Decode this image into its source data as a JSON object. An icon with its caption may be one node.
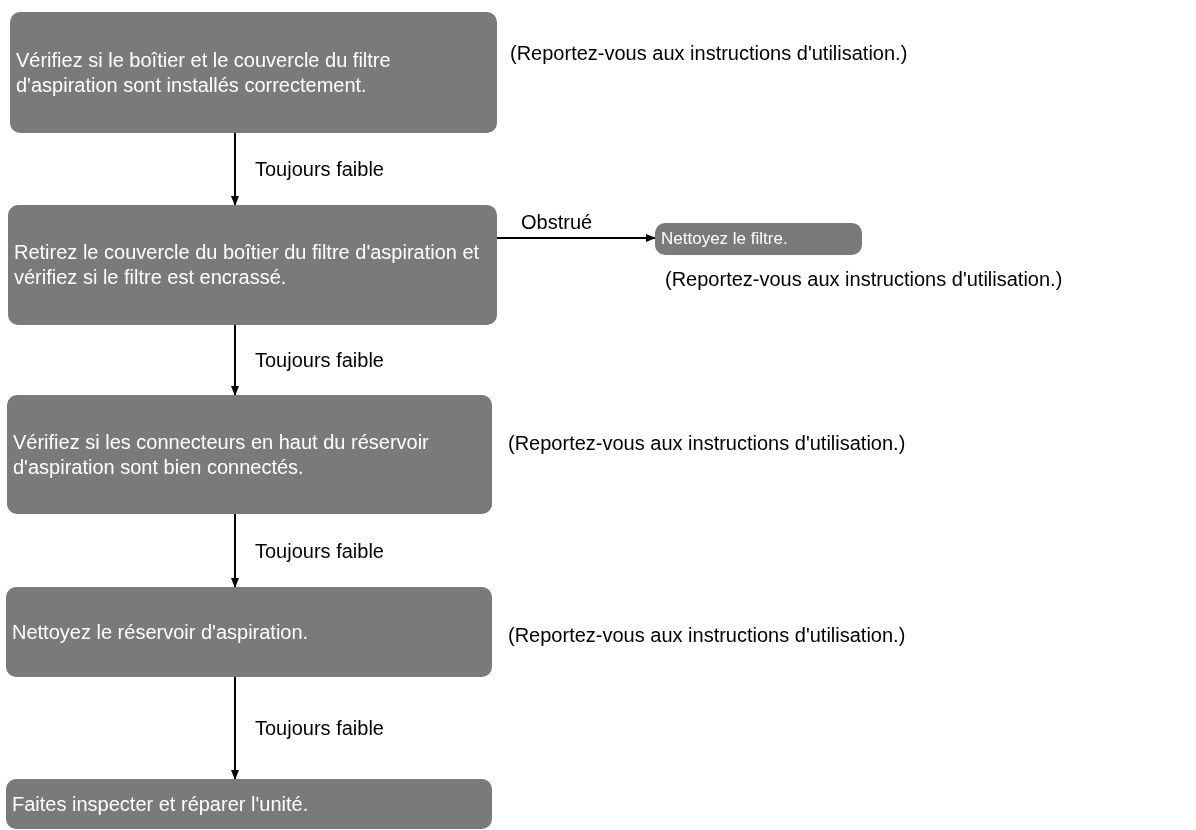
{
  "diagram": {
    "nodes": [
      {
        "text": [
          "Vérifiez si le boîtier et le couvercle du filtre d'aspiration sont installés correctement."
        ],
        "beside": [
          "(Reportez-vous aux instructions d'utilisation.)"
        ]
      },
      {
        "text": [
          "Retirez le couvercle du boîtier du filtre d'aspiration et vérifiez si le filtre est encrassé."
        ]
      },
      {
        "text": [
          "Nettoyez le filtre."
        ],
        "beside": [
          "(Reportez-vous aux instructions d'utilisation.)"
        ]
      },
      {
        "text": [
          "Vérifiez si les connecteurs en haut du réservoir d'aspiration sont bien connectés."
        ],
        "beside": [
          "(Reportez-vous aux instructions d'utilisation.)"
        ]
      },
      {
        "text": [
          "Nettoyez le réservoir d'aspiration."
        ],
        "beside": [
          "(Reportez-vous aux instructions d'utilisation.)"
        ]
      },
      {
        "text": [
          "Faites inspecter et réparer l'unité."
        ]
      }
    ],
    "edges": [
      {
        "from": 0,
        "to": 1,
        "arrow": "to",
        "label": "Toujours faible"
      },
      {
        "from": 1,
        "to": 2,
        "arrow": "to",
        "label": "Obstrué"
      },
      {
        "from": 1,
        "to": 3,
        "arrow": "to",
        "label": "Toujours faible"
      },
      {
        "from": 3,
        "to": 4,
        "arrow": "to",
        "label": "Toujours faible"
      },
      {
        "from": 4,
        "to": 5,
        "arrow": "to",
        "label": "Toujours faible"
      }
    ]
  }
}
